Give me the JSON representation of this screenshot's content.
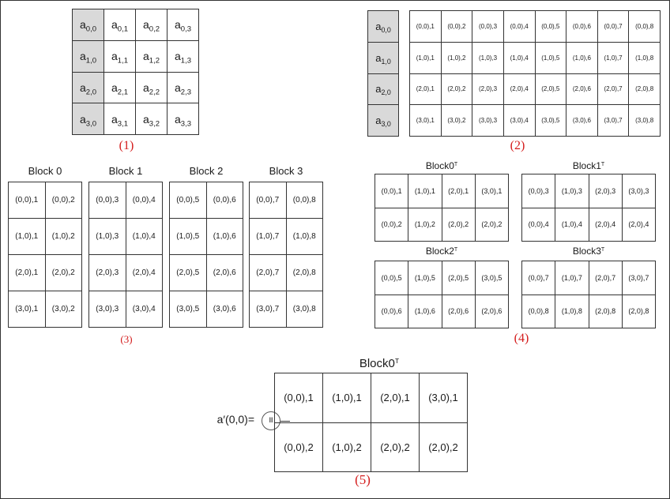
{
  "panel1": {
    "rows": [
      [
        [
          "a",
          "0,0"
        ],
        [
          "a",
          "0,1"
        ],
        [
          "a",
          "0,2"
        ],
        [
          "a",
          "0,3"
        ]
      ],
      [
        [
          "a",
          "1,0"
        ],
        [
          "a",
          "1,1"
        ],
        [
          "a",
          "1,2"
        ],
        [
          "a",
          "1,3"
        ]
      ],
      [
        [
          "a",
          "2,0"
        ],
        [
          "a",
          "2,1"
        ],
        [
          "a",
          "2,2"
        ],
        [
          "a",
          "2,3"
        ]
      ],
      [
        [
          "a",
          "3,0"
        ],
        [
          "a",
          "3,1"
        ],
        [
          "a",
          "3,2"
        ],
        [
          "a",
          "3,3"
        ]
      ]
    ],
    "caption": "(1)"
  },
  "panel2": {
    "left_column": [
      [
        "a",
        "0,0"
      ],
      [
        "a",
        "1,0"
      ],
      [
        "a",
        "2,0"
      ],
      [
        "a",
        "3,0"
      ]
    ],
    "rows": [
      [
        "(0,0),1",
        "(0,0),2",
        "(0,0),3",
        "(0,0),4",
        "(0,0),5",
        "(0,0),6",
        "(0,0),7",
        "(0,0),8"
      ],
      [
        "(1,0),1",
        "(1,0),2",
        "(1,0),3",
        "(1,0),4",
        "(1,0),5",
        "(1,0),6",
        "(1,0),7",
        "(1,0),8"
      ],
      [
        "(2,0),1",
        "(2,0),2",
        "(2,0),3",
        "(2,0),4",
        "(2,0),5",
        "(2,0),6",
        "(2,0),7",
        "(2,0),8"
      ],
      [
        "(3,0),1",
        "(3,0),2",
        "(3,0),3",
        "(3,0),4",
        "(3,0),5",
        "(3,0),6",
        "(3,0),7",
        "(3,0),8"
      ]
    ],
    "caption": "(2)"
  },
  "panel3": {
    "blocks": [
      {
        "title": "Block 0",
        "rows": [
          [
            "(0,0),1",
            "(0,0),2"
          ],
          [
            "(1,0),1",
            "(1,0),2"
          ],
          [
            "(2,0),1",
            "(2,0),2"
          ],
          [
            "(3,0),1",
            "(3,0),2"
          ]
        ]
      },
      {
        "title": "Block 1",
        "rows": [
          [
            "(0,0),3",
            "(0,0),4"
          ],
          [
            "(1,0),3",
            "(1,0),4"
          ],
          [
            "(2,0),3",
            "(2,0),4"
          ],
          [
            "(3,0),3",
            "(3,0),4"
          ]
        ]
      },
      {
        "title": "Block 2",
        "rows": [
          [
            "(0,0),5",
            "(0,0),6"
          ],
          [
            "(1,0),5",
            "(1,0),6"
          ],
          [
            "(2,0),5",
            "(2,0),6"
          ],
          [
            "(3,0),5",
            "(3,0),6"
          ]
        ]
      },
      {
        "title": "Block 3",
        "rows": [
          [
            "(0,0),7",
            "(0,0),8"
          ],
          [
            "(1,0),7",
            "(1,0),8"
          ],
          [
            "(2,0),7",
            "(2,0),8"
          ],
          [
            "(3,0),7",
            "(3,0),8"
          ]
        ]
      }
    ],
    "caption": "(3)"
  },
  "panel4": {
    "blocks": [
      {
        "title": "Block0",
        "sup": "T",
        "rows": [
          [
            "(0,0),1",
            "(1,0),1",
            "(2,0),1",
            "(3,0),1"
          ],
          [
            "(0,0),2",
            "(1,0),2",
            "(2,0),2",
            "(2,0),2"
          ]
        ]
      },
      {
        "title": "Block1",
        "sup": "T",
        "rows": [
          [
            "(0,0),3",
            "(1,0),3",
            "(2,0),3",
            "(3,0),3"
          ],
          [
            "(0,0),4",
            "(1,0),4",
            "(2,0),4",
            "(2,0),4"
          ]
        ]
      },
      {
        "title": "Block2",
        "sup": "T",
        "rows": [
          [
            "(0,0),5",
            "(1,0),5",
            "(2,0),5",
            "(3,0),5"
          ],
          [
            "(0,0),6",
            "(1,0),6",
            "(2,0),6",
            "(2,0),6"
          ]
        ]
      },
      {
        "title": "Block3",
        "sup": "T",
        "rows": [
          [
            "(0,0),7",
            "(1,0),7",
            "(2,0),7",
            "(3,0),7"
          ],
          [
            "(0,0),8",
            "(1,0),8",
            "(2,0),8",
            "(2,0),8"
          ]
        ]
      }
    ],
    "caption": "(4)"
  },
  "panel5": {
    "label": "a′(0,0)=",
    "symbol": "II",
    "block": {
      "title": "Block0",
      "sup": "T",
      "rows": [
        [
          "(0,0),1",
          "(1,0),1",
          "(2,0),1",
          "(3,0),1"
        ],
        [
          "(0,0),2",
          "(1,0),2",
          "(2,0),2",
          "(2,0),2"
        ]
      ]
    },
    "caption": "(5)"
  },
  "colors": {
    "caption": "#d41c1c",
    "shaded_cell": "#d9d9d9",
    "border": "#333333"
  }
}
